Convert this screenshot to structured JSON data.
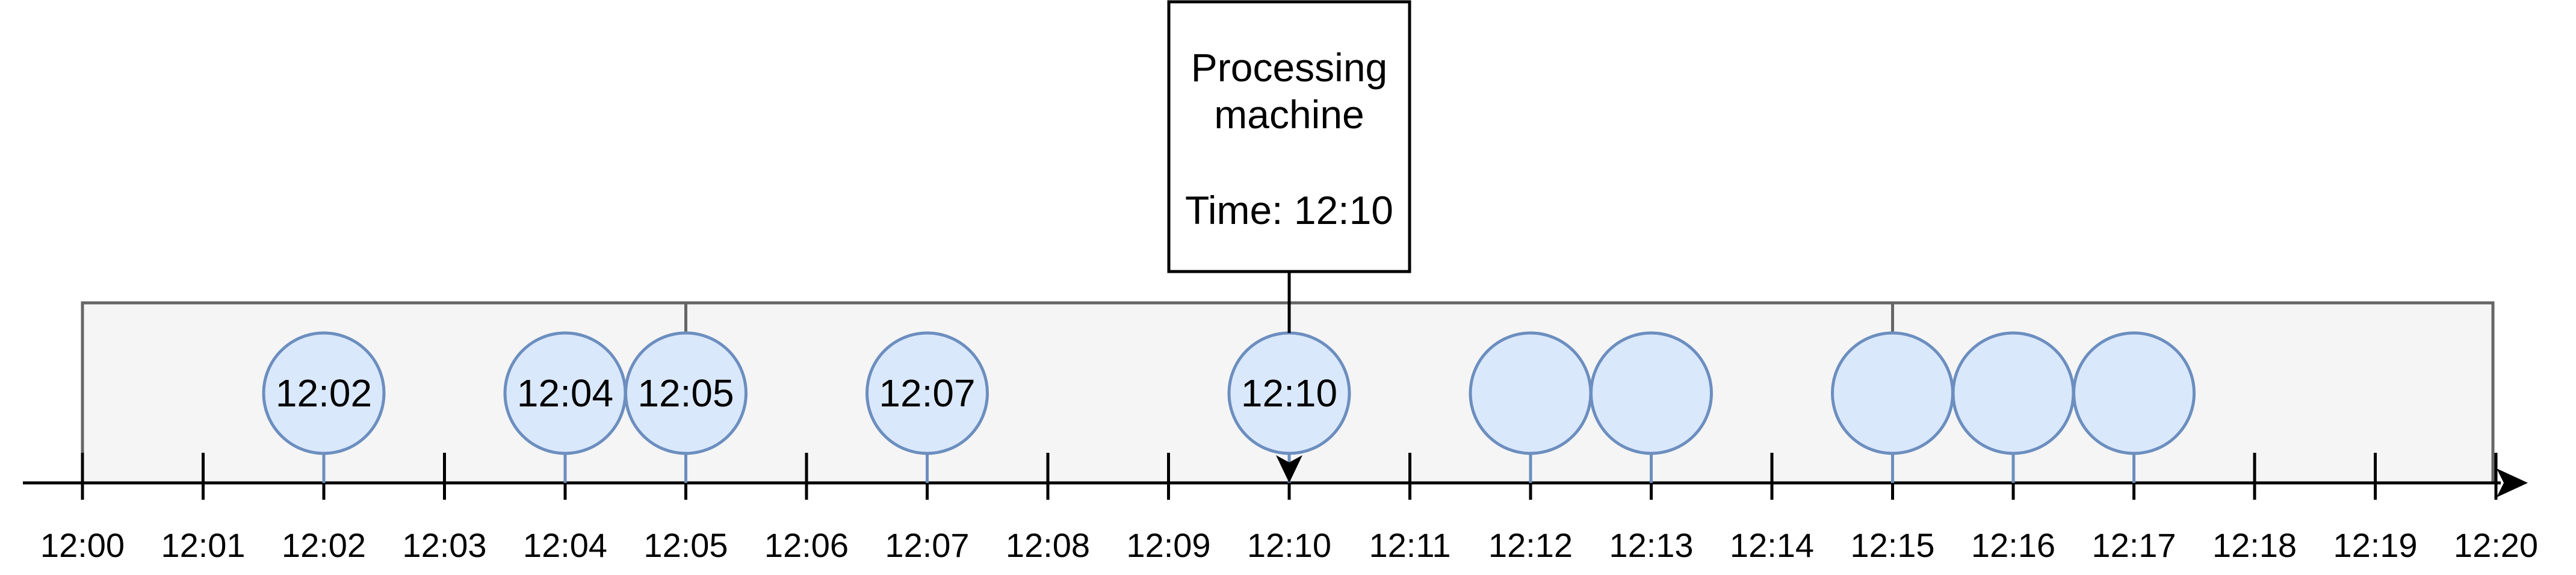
{
  "processing_box": {
    "title_line1": "Processing",
    "title_line2": "machine",
    "time_text": "Time: 12:10"
  },
  "timeline": {
    "ticks": [
      "12:00",
      "12:01",
      "12:02",
      "12:03",
      "12:04",
      "12:05",
      "12:06",
      "12:07",
      "12:08",
      "12:09",
      "12:10",
      "12:11",
      "12:12",
      "12:13",
      "12:14",
      "12:15",
      "12:16",
      "12:17",
      "12:18",
      "12:19",
      "12:20"
    ],
    "current_time_index": 10
  },
  "events": [
    {
      "tick": 2,
      "label": "12:02"
    },
    {
      "tick": 4,
      "label": "12:04"
    },
    {
      "tick": 5,
      "label": "12:05"
    },
    {
      "tick": 7,
      "label": "12:07"
    },
    {
      "tick": 10,
      "label": "12:10"
    },
    {
      "tick": 12,
      "label": ""
    },
    {
      "tick": 13,
      "label": ""
    },
    {
      "tick": 15,
      "label": ""
    },
    {
      "tick": 16,
      "label": ""
    },
    {
      "tick": 17,
      "label": ""
    }
  ],
  "window": {
    "connector_ticks": [
      5,
      10,
      15
    ]
  },
  "colors": {
    "event_fill": "#dae8fc",
    "event_stroke": "#6c8ebf",
    "window_fill": "#f5f5f5",
    "window_stroke": "#666666",
    "axis": "#000000"
  }
}
